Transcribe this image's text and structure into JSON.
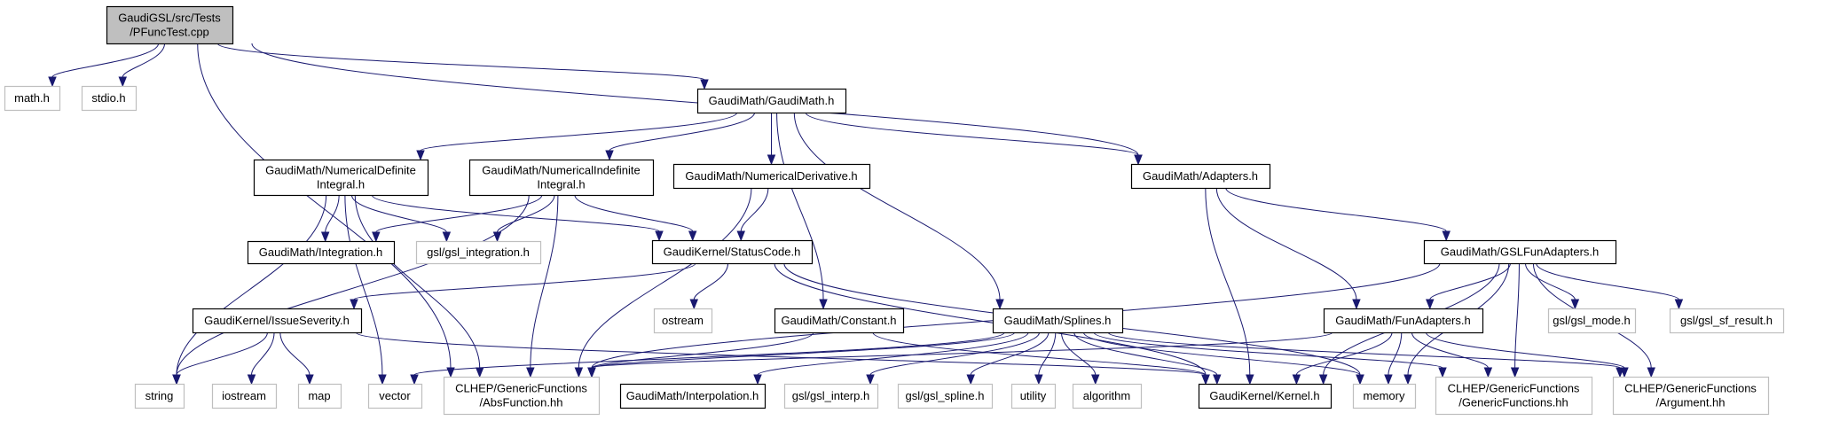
{
  "diagram": {
    "title": "Include dependency graph for PFuncTest.cpp",
    "colors": {
      "edge": "#191970",
      "root_fill": "#bfbfbf",
      "internal_border": "#000000",
      "external_border": "#bfbfbf"
    },
    "nodes": [
      {
        "id": "pfunctest",
        "kind": "root",
        "lines": [
          "GaudiGSL/src/Tests",
          "/PFuncTest.cpp"
        ]
      },
      {
        "id": "math_h",
        "kind": "external",
        "lines": [
          "math.h"
        ]
      },
      {
        "id": "stdio_h",
        "kind": "external",
        "lines": [
          "stdio.h"
        ]
      },
      {
        "id": "gaudimath_h",
        "kind": "internal",
        "lines": [
          "GaudiMath/GaudiMath.h"
        ]
      },
      {
        "id": "numdefint_h",
        "kind": "internal",
        "lines": [
          "GaudiMath/NumericalDefinite",
          "Integral.h"
        ]
      },
      {
        "id": "numindefint_h",
        "kind": "internal",
        "lines": [
          "GaudiMath/NumericalIndefinite",
          "Integral.h"
        ]
      },
      {
        "id": "numderiv_h",
        "kind": "internal",
        "lines": [
          "GaudiMath/NumericalDerivative.h"
        ]
      },
      {
        "id": "adapters_h",
        "kind": "internal",
        "lines": [
          "GaudiMath/Adapters.h"
        ]
      },
      {
        "id": "integration_h",
        "kind": "internal",
        "lines": [
          "GaudiMath/Integration.h"
        ]
      },
      {
        "id": "gsl_integration_h",
        "kind": "external",
        "lines": [
          "gsl/gsl_integration.h"
        ]
      },
      {
        "id": "statuscode_h",
        "kind": "internal",
        "lines": [
          "GaudiKernel/StatusCode.h"
        ]
      },
      {
        "id": "gslfunadapters_h",
        "kind": "internal",
        "lines": [
          "GaudiMath/GSLFunAdapters.h"
        ]
      },
      {
        "id": "issueseverity_h",
        "kind": "internal",
        "lines": [
          "GaudiKernel/IssueSeverity.h"
        ]
      },
      {
        "id": "ostream",
        "kind": "external",
        "lines": [
          "ostream"
        ]
      },
      {
        "id": "constant_h",
        "kind": "internal",
        "lines": [
          "GaudiMath/Constant.h"
        ]
      },
      {
        "id": "splines_h",
        "kind": "internal",
        "lines": [
          "GaudiMath/Splines.h"
        ]
      },
      {
        "id": "funadapters_h",
        "kind": "internal",
        "lines": [
          "GaudiMath/FunAdapters.h"
        ]
      },
      {
        "id": "gsl_mode_h",
        "kind": "external",
        "lines": [
          "gsl/gsl_mode.h"
        ]
      },
      {
        "id": "gsl_sf_result_h",
        "kind": "external",
        "lines": [
          "gsl/gsl_sf_result.h"
        ]
      },
      {
        "id": "string",
        "kind": "external",
        "lines": [
          "string"
        ]
      },
      {
        "id": "iostream",
        "kind": "external",
        "lines": [
          "iostream"
        ]
      },
      {
        "id": "map",
        "kind": "external",
        "lines": [
          "map"
        ]
      },
      {
        "id": "vector",
        "kind": "external",
        "lines": [
          "vector"
        ]
      },
      {
        "id": "absfunction_hh",
        "kind": "external",
        "lines": [
          "CLHEP/GenericFunctions",
          "/AbsFunction.hh"
        ]
      },
      {
        "id": "interpolation_h",
        "kind": "internal",
        "lines": [
          "GaudiMath/Interpolation.h"
        ]
      },
      {
        "id": "gsl_interp_h",
        "kind": "external",
        "lines": [
          "gsl/gsl_interp.h"
        ]
      },
      {
        "id": "gsl_spline_h",
        "kind": "external",
        "lines": [
          "gsl/gsl_spline.h"
        ]
      },
      {
        "id": "utility",
        "kind": "external",
        "lines": [
          "utility"
        ]
      },
      {
        "id": "algorithm",
        "kind": "external",
        "lines": [
          "algorithm"
        ]
      },
      {
        "id": "kernel_h",
        "kind": "internal",
        "lines": [
          "GaudiKernel/Kernel.h"
        ]
      },
      {
        "id": "memory",
        "kind": "external",
        "lines": [
          "memory"
        ]
      },
      {
        "id": "genericfunctions_hh",
        "kind": "external",
        "lines": [
          "CLHEP/GenericFunctions",
          "/GenericFunctions.hh"
        ]
      },
      {
        "id": "argument_hh",
        "kind": "external",
        "lines": [
          "CLHEP/GenericFunctions",
          "/Argument.hh"
        ]
      }
    ],
    "edges": [
      [
        "pfunctest",
        "math_h"
      ],
      [
        "pfunctest",
        "stdio_h"
      ],
      [
        "pfunctest",
        "gaudimath_h"
      ],
      [
        "pfunctest",
        "adapters_h"
      ],
      [
        "pfunctest",
        "absfunction_hh"
      ],
      [
        "gaudimath_h",
        "numdefint_h"
      ],
      [
        "gaudimath_h",
        "numindefint_h"
      ],
      [
        "gaudimath_h",
        "numderiv_h"
      ],
      [
        "gaudimath_h",
        "adapters_h"
      ],
      [
        "gaudimath_h",
        "constant_h"
      ],
      [
        "gaudimath_h",
        "splines_h"
      ],
      [
        "numdefint_h",
        "integration_h"
      ],
      [
        "numdefint_h",
        "gsl_integration_h"
      ],
      [
        "numdefint_h",
        "statuscode_h"
      ],
      [
        "numdefint_h",
        "string"
      ],
      [
        "numdefint_h",
        "vector"
      ],
      [
        "numdefint_h",
        "absfunction_hh"
      ],
      [
        "numindefint_h",
        "integration_h"
      ],
      [
        "numindefint_h",
        "gsl_integration_h"
      ],
      [
        "numindefint_h",
        "statuscode_h"
      ],
      [
        "numindefint_h",
        "string"
      ],
      [
        "numindefint_h",
        "absfunction_hh"
      ],
      [
        "numderiv_h",
        "statuscode_h"
      ],
      [
        "numderiv_h",
        "absfunction_hh"
      ],
      [
        "statuscode_h",
        "issueseverity_h"
      ],
      [
        "statuscode_h",
        "ostream"
      ],
      [
        "statuscode_h",
        "kernel_h"
      ],
      [
        "statuscode_h",
        "memory"
      ],
      [
        "issueseverity_h",
        "string"
      ],
      [
        "issueseverity_h",
        "iostream"
      ],
      [
        "issueseverity_h",
        "map"
      ],
      [
        "issueseverity_h",
        "kernel_h"
      ],
      [
        "adapters_h",
        "kernel_h"
      ],
      [
        "adapters_h",
        "funadapters_h"
      ],
      [
        "adapters_h",
        "gslfunadapters_h"
      ],
      [
        "gslfunadapters_h",
        "absfunction_hh"
      ],
      [
        "gslfunadapters_h",
        "kernel_h"
      ],
      [
        "gslfunadapters_h",
        "memory"
      ],
      [
        "gslfunadapters_h",
        "funadapters_h"
      ],
      [
        "gslfunadapters_h",
        "gsl_mode_h"
      ],
      [
        "gslfunadapters_h",
        "gsl_sf_result_h"
      ],
      [
        "gslfunadapters_h",
        "genericfunctions_hh"
      ],
      [
        "gslfunadapters_h",
        "argument_hh"
      ],
      [
        "constant_h",
        "absfunction_hh"
      ],
      [
        "constant_h",
        "kernel_h"
      ],
      [
        "splines_h",
        "vector"
      ],
      [
        "splines_h",
        "absfunction_hh"
      ],
      [
        "splines_h",
        "interpolation_h"
      ],
      [
        "splines_h",
        "gsl_interp_h"
      ],
      [
        "splines_h",
        "gsl_spline_h"
      ],
      [
        "splines_h",
        "utility"
      ],
      [
        "splines_h",
        "algorithm"
      ],
      [
        "splines_h",
        "kernel_h"
      ],
      [
        "splines_h",
        "memory"
      ],
      [
        "splines_h",
        "genericfunctions_hh"
      ],
      [
        "splines_h",
        "argument_hh"
      ],
      [
        "funadapters_h",
        "absfunction_hh"
      ],
      [
        "funadapters_h",
        "kernel_h"
      ],
      [
        "funadapters_h",
        "memory"
      ],
      [
        "funadapters_h",
        "genericfunctions_hh"
      ],
      [
        "funadapters_h",
        "argument_hh"
      ]
    ]
  }
}
